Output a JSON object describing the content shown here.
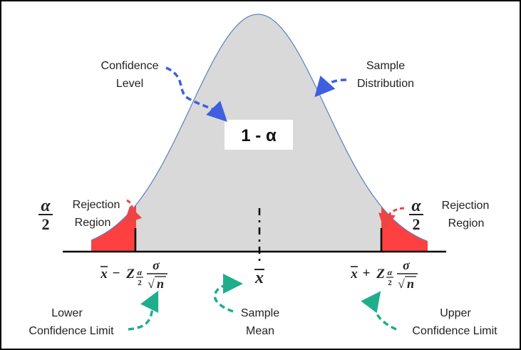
{
  "labels": {
    "confidence_level": [
      "Confidence",
      "Level"
    ],
    "sample_distribution": [
      "Sample",
      "Distribution"
    ],
    "center_box": "1 - α",
    "rejection_left": [
      "Rejection",
      "Region"
    ],
    "rejection_right": [
      "Rejection",
      "Region"
    ],
    "lower_limit": [
      "Lower",
      "Confidence Limit"
    ],
    "sample_mean": [
      "Sample",
      "Mean"
    ],
    "upper_limit": [
      "Upper",
      "Confidence Limit"
    ]
  },
  "math": {
    "alpha": "α",
    "two": "2",
    "xbar": "x",
    "minus": "−",
    "plus": "+",
    "z": "Z",
    "sigma": "σ",
    "sqrt": "√",
    "n": "n"
  },
  "colors": {
    "curve_fill": "#d9d9d9",
    "curve_line": "#5a7fbf",
    "tail_fill": "#ff4040",
    "arrow_blue": "#3f5fe0",
    "arrow_red": "#ee4444",
    "arrow_teal": "#1fae8c",
    "border": "#000000"
  },
  "icons": {
    "confidence_arrow": "dashed-curved-arrow-icon",
    "distribution_arrow": "dashed-curved-arrow-icon",
    "rejection_arrows": "dashed-curved-arrow-icon",
    "limit_arrows": "dashed-curved-arrow-icon"
  }
}
